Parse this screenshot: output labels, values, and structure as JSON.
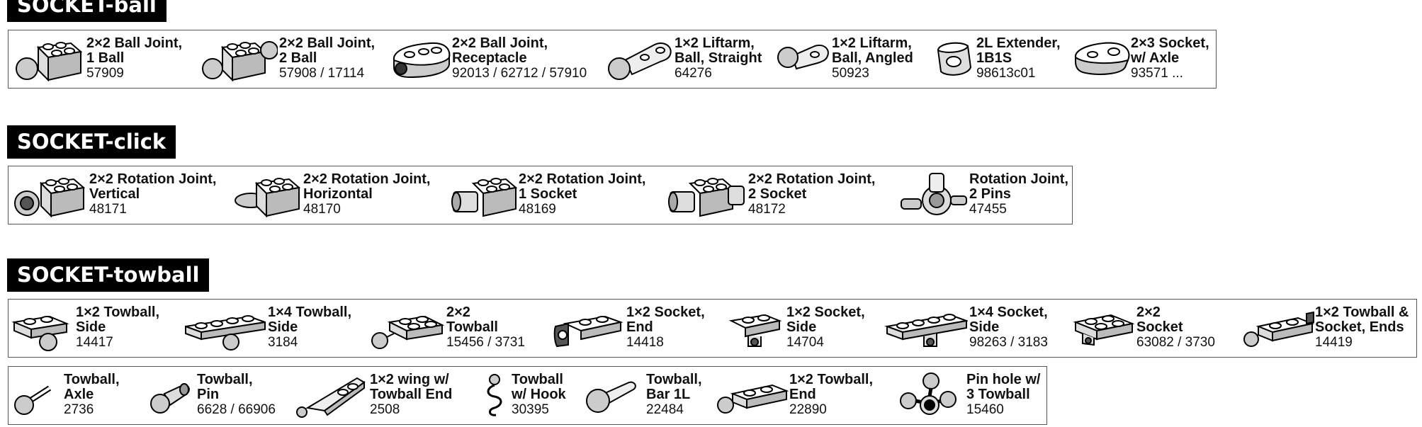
{
  "sections": [
    {
      "title": "SOCKET-ball",
      "rows": [
        [
          {
            "l1": "2×2 Ball Joint,",
            "l2": "1 Ball",
            "num": "57909",
            "icon": "brick-ball-icon"
          },
          {
            "l1": "2×2 Ball Joint,",
            "l2": "2 Ball",
            "num": "57908 / 17114",
            "icon": "brick-double-ball-icon"
          },
          {
            "l1": "2×2 Ball Joint,",
            "l2": "Receptacle",
            "num": "92013 / 62712 / 57910",
            "icon": "ball-receptacle-icon"
          },
          {
            "l1": "1×2 Liftarm,",
            "l2": "Ball, Straight",
            "num": "64276",
            "icon": "liftarm-ball-straight-icon"
          },
          {
            "l1": "1×2 Liftarm,",
            "l2": "Ball, Angled",
            "num": "50923",
            "icon": "liftarm-ball-angled-icon"
          },
          {
            "l1": "2L Extender,",
            "l2": "1B1S",
            "num": "98613c01",
            "icon": "extender-icon"
          },
          {
            "l1": "2×3 Socket,",
            "l2": "w/ Axle",
            "num": "93571 ...",
            "icon": "socket-axle-icon"
          }
        ]
      ]
    },
    {
      "title": "SOCKET-click",
      "rows": [
        [
          {
            "l1": "2×2 Rotation Joint,",
            "l2": "Vertical",
            "num": "48171",
            "icon": "rotation-joint-vertical-icon"
          },
          {
            "l1": "2×2 Rotation Joint,",
            "l2": "Horizontal",
            "num": "48170",
            "icon": "rotation-joint-horizontal-icon"
          },
          {
            "l1": "2×2 Rotation Joint,",
            "l2": "1 Socket",
            "num": "48169",
            "icon": "rotation-joint-socket-icon"
          },
          {
            "l1": "2×2 Rotation Joint,",
            "l2": "2 Socket",
            "num": "48172",
            "icon": "rotation-joint-two-socket-icon"
          },
          {
            "l1": "Rotation Joint,",
            "l2": "2 Pins",
            "num": "47455",
            "icon": "rotation-joint-pins-icon"
          }
        ]
      ]
    },
    {
      "title": "SOCKET-towball",
      "rows": [
        [
          {
            "l1": "1×2 Towball,",
            "l2": "Side",
            "num": "14417",
            "icon": "towball-plate-side-icon"
          },
          {
            "l1": "1×4 Towball,",
            "l2": "Side",
            "num": "3184",
            "icon": "towball-long-plate-icon"
          },
          {
            "l1": "2×2",
            "l2": "Towball",
            "num": "15456 / 3731",
            "icon": "towball-2x2-icon"
          },
          {
            "l1": "1×2 Socket,",
            "l2": "End",
            "num": "14418",
            "icon": "socket-end-icon"
          },
          {
            "l1": "1×2 Socket,",
            "l2": "Side",
            "num": "14704",
            "icon": "socket-side-icon"
          },
          {
            "l1": "1×4 Socket,",
            "l2": "Side",
            "num": "98263 / 3183",
            "icon": "socket-long-side-icon"
          },
          {
            "l1": "2×2",
            "l2": "Socket",
            "num": "63082 / 3730",
            "icon": "socket-2x2-icon"
          },
          {
            "l1": "1×2 Towball &",
            "l2": "Socket, Ends",
            "num": "14419",
            "icon": "towball-socket-ends-icon"
          }
        ],
        [
          {
            "l1": "Towball,",
            "l2": "Axle",
            "num": "2736",
            "icon": "towball-axle-icon"
          },
          {
            "l1": "Towball,",
            "l2": "Pin",
            "num": "6628 / 66906",
            "icon": "towball-pin-icon"
          },
          {
            "l1": "1×2 wing w/",
            "l2": "Towball End",
            "num": "2508",
            "icon": "wing-towball-icon"
          },
          {
            "l1": "Towball",
            "l2": "w/ Hook",
            "num": "30395",
            "icon": "towball-hook-icon"
          },
          {
            "l1": "Towball,",
            "l2": "Bar 1L",
            "num": "22484",
            "icon": "towball-bar-icon"
          },
          {
            "l1": "1×2 Towball,",
            "l2": "End",
            "num": "22890",
            "icon": "towball-end-icon"
          },
          {
            "l1": "Pin hole w/",
            "l2": "3 Towball",
            "num": "15460",
            "icon": "pin-hole-three-towball-icon"
          }
        ]
      ]
    }
  ]
}
